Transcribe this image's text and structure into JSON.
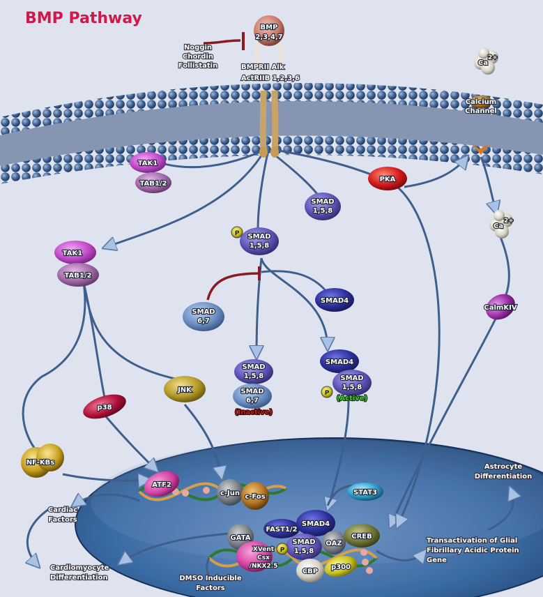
{
  "title": "BMP Pathway",
  "ligand": {
    "name": "BMP",
    "types": "2,3,4,7"
  },
  "inhibitors": [
    "Noggin",
    "Chordin",
    "Follistatin"
  ],
  "receptor": {
    "line1": "BMPRII Alk",
    "line2": "ActRIIB 1,2,3,6"
  },
  "calcium": {
    "ion": "Ca",
    "charge": "2+",
    "channel_line1": "Calcium",
    "channel_line2": "Channel"
  },
  "cytoplasm": {
    "tak1_top": "TAK1",
    "tab12_top": "TAB1/2",
    "tak1_mid": "TAK1",
    "tab12_mid": "TAB1/2",
    "smad158_free_line1": "SMAD",
    "smad158_free_line2": "1,5,8",
    "smad158_p_line1": "SMAD",
    "smad158_p_line2": "1,5,8",
    "phospho": "P",
    "pka": "PKA",
    "smad67_line1": "SMAD",
    "smad67_line2": "6,7",
    "smad4": "SMAD4",
    "inactive_smad158_line1": "SMAD",
    "inactive_smad158_line2": "1,5,8",
    "inactive_smad67_line1": "SMAD",
    "inactive_smad67_line2": "6,7",
    "inactive_label": "(Inactive)",
    "active_smad4": "SMAD4",
    "active_smad158_line1": "SMAD",
    "active_smad158_line2": "1,5,8",
    "active_label": "(Active)",
    "jnk": "JNK",
    "p38": "p38",
    "nfkb": "NF-KBs",
    "calmk": "CalmKIV"
  },
  "nucleus": {
    "atf2": "ATF2",
    "cjun": "c-Jun",
    "cfos": "c-Fos",
    "stat3": "STAT3",
    "gata": "GATA",
    "fast12": "FAST1/2",
    "smad4": "SMAD4",
    "smad158_line1": "SMAD",
    "smad158_line2": "1,5,8",
    "oaz": "OAZ",
    "creb": "CREB",
    "xvent_line1": "XVent",
    "xvent_line2": "Csx",
    "xvent_line3": "/NKX2.5",
    "cbp": "CBP",
    "p300": "p300"
  },
  "outcomes": {
    "cardiac_factors_line1": "Cardiac",
    "cardiac_factors_line2": "Factors",
    "cardiomyocyte_line1": "Cardiomyocyte",
    "cardiomyocyte_line2": "Differentiation",
    "dmso_line1": "DMSO Inducible",
    "dmso_line2": "Factors",
    "astrocyte_line1": "Astrocyte",
    "astrocyte_line2": "Differentiation",
    "gfap_line1": "Transactivation of Glial",
    "gfap_line2": "Fibrillary Acidic Protein",
    "gfap_line3": "Gene"
  },
  "colors": {
    "background": "#dfe3ef",
    "membrane": "#2f4d78",
    "title": "#d1184a",
    "tak": "#c04ac9",
    "smad": "#5e55b8",
    "smad4": "#2c2f9a",
    "pka": "#d11a1a",
    "p38": "#b0103a",
    "jnk": "#b59a2a",
    "nucleus": "#2f5f94",
    "inhibit": "#8b1a22",
    "arrow": "#9ab4d6"
  }
}
